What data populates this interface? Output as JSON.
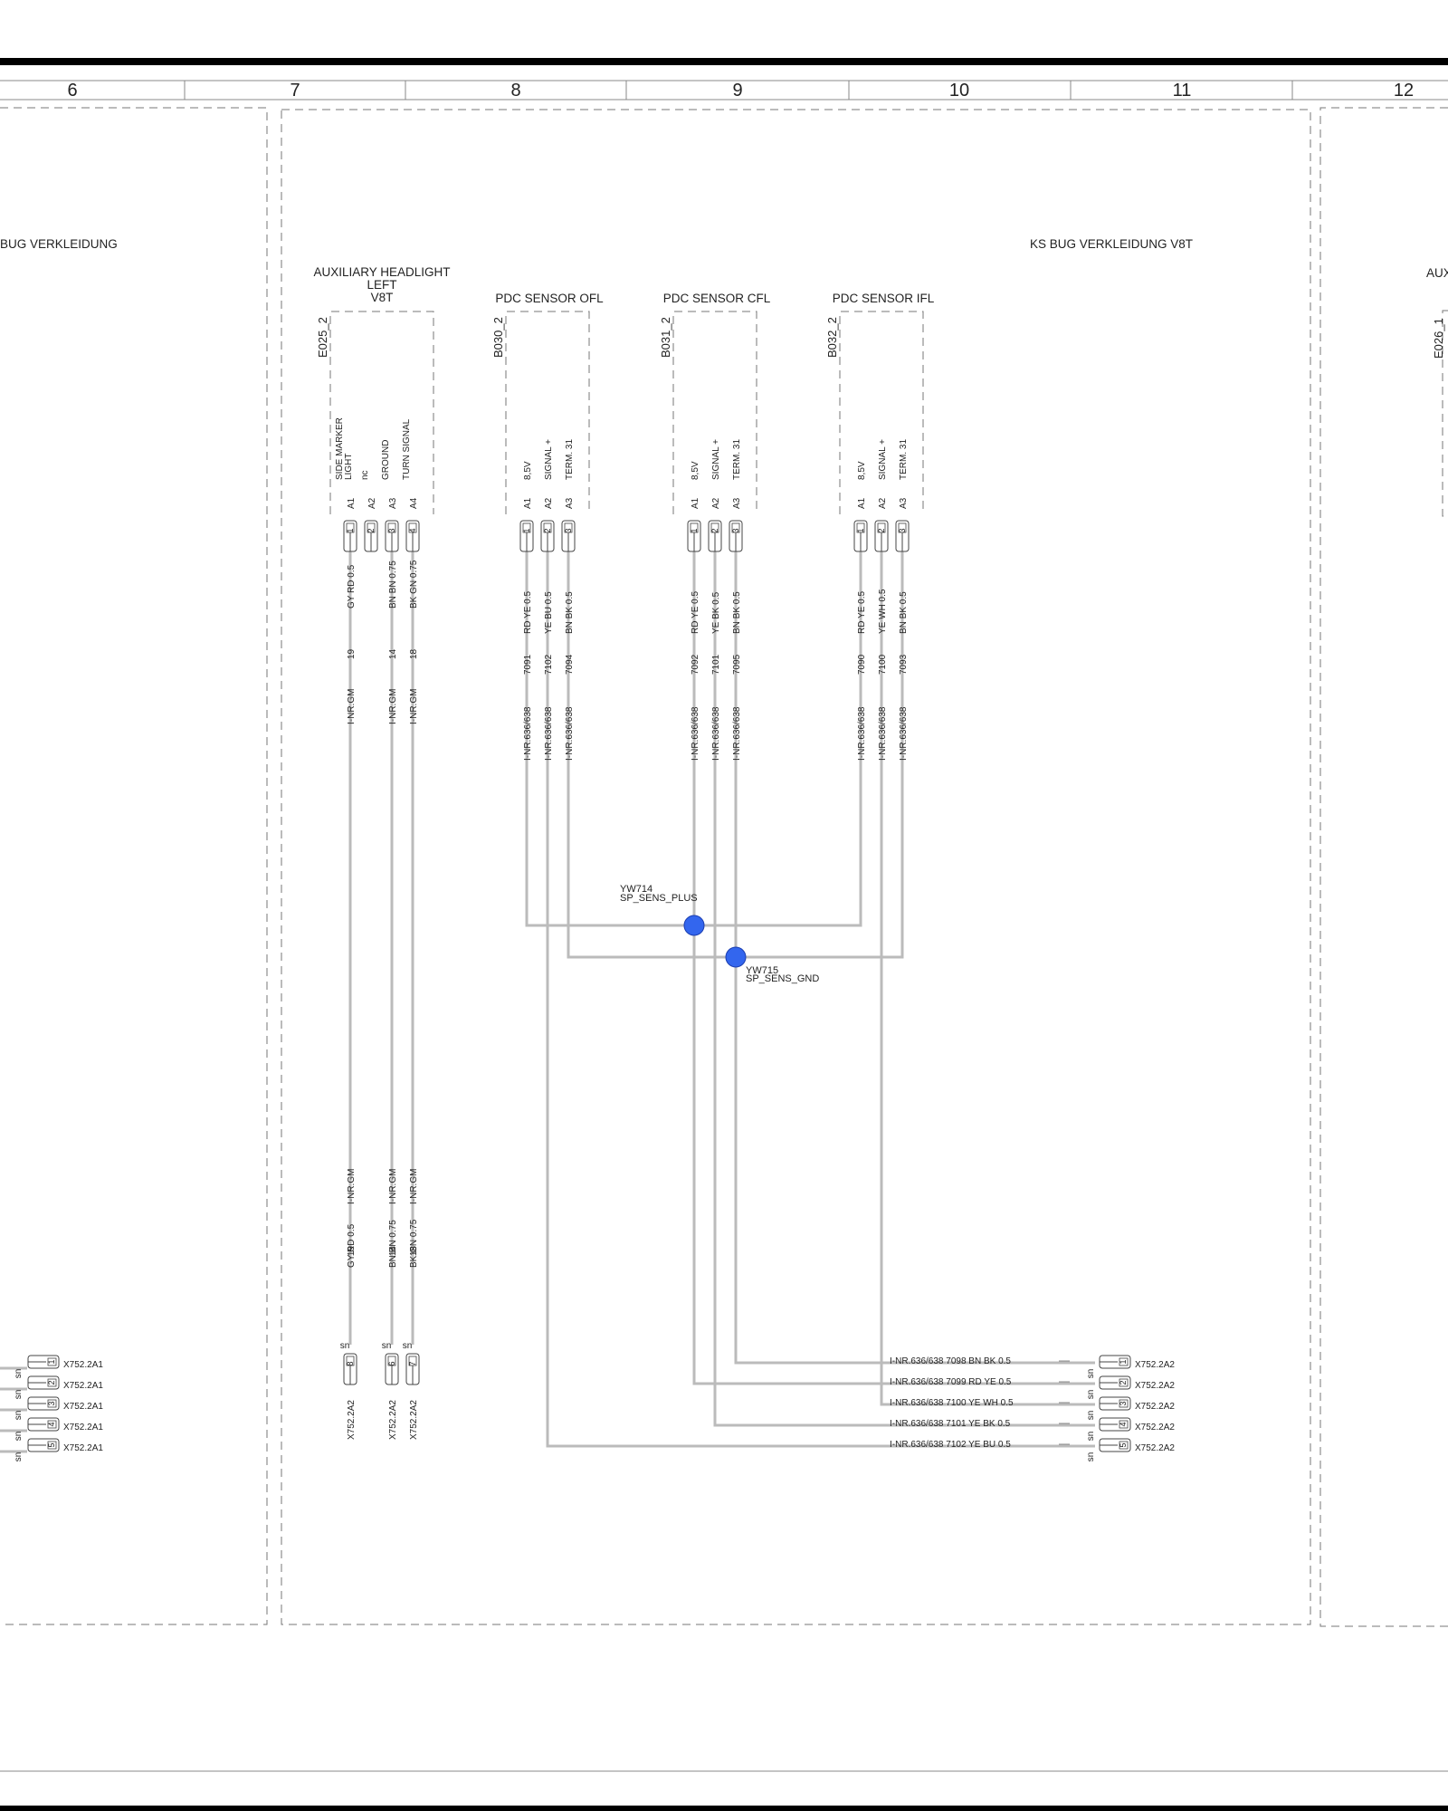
{
  "zones": [
    "6",
    "7",
    "8",
    "9",
    "10",
    "11",
    "12"
  ],
  "module_left": "BUG VERKLEIDUNG",
  "module_main": "KS BUG VERKLEIDUNG V8T",
  "module_right": "AUX",
  "right_conn_id": "E026_1",
  "aux_headlight": {
    "title_lines": [
      "AUXILIARY HEADLIGHT",
      "LEFT",
      "V8T"
    ],
    "id": "E025_2",
    "pins": [
      {
        "func": [
          "SIDE MARKER",
          "LIGHT"
        ],
        "pin": "A1",
        "num": "1",
        "color": "GY RD 0.5",
        "circuit": "19",
        "inr": "I-NR.GM",
        "connector": "X752.2A2",
        "cpin": "8"
      },
      {
        "func": [
          "nc"
        ],
        "pin": "A2",
        "num": "2"
      },
      {
        "func": [
          "GROUND"
        ],
        "pin": "A3",
        "num": "3",
        "color": "BN BN 0.75",
        "circuit": "14",
        "inr": "I-NR.GM",
        "connector": "X752.2A2",
        "cpin": "6"
      },
      {
        "func": [
          "TURN SIGNAL"
        ],
        "pin": "A4",
        "num": "4",
        "color": "BK GN 0.75",
        "circuit": "18",
        "inr": "I-NR.GM",
        "connector": "X752.2A2",
        "cpin": "7"
      }
    ],
    "sn": "sn"
  },
  "pdc_sensors": [
    {
      "title": "PDC SENSOR OFL",
      "id": "B030_2",
      "pins": [
        {
          "func": "8,5V",
          "pin": "A1",
          "num": "1",
          "color": "RD YE 0.5",
          "circuit": "7091",
          "inr": "I-NR.636/638"
        },
        {
          "func": "SIGNAL +",
          "pin": "A2",
          "num": "2",
          "color": "YE BU 0.5",
          "circuit": "7102",
          "inr": "I-NR.636/638"
        },
        {
          "func": "TERM. 31",
          "pin": "A3",
          "num": "3",
          "color": "BN BK 0.5",
          "circuit": "7094",
          "inr": "I-NR.636/638"
        }
      ]
    },
    {
      "title": "PDC SENSOR CFL",
      "id": "B031_2",
      "pins": [
        {
          "func": "8,5V",
          "pin": "A1",
          "num": "1",
          "color": "RD YE 0.5",
          "circuit": "7092",
          "inr": "I-NR.636/638"
        },
        {
          "func": "SIGNAL +",
          "pin": "A2",
          "num": "2",
          "color": "YE BK 0.5",
          "circuit": "7101",
          "inr": "I-NR.636/638"
        },
        {
          "func": "TERM. 31",
          "pin": "A3",
          "num": "3",
          "color": "BN BK 0.5",
          "circuit": "7095",
          "inr": "I-NR.636/638"
        }
      ]
    },
    {
      "title": "PDC SENSOR IFL",
      "id": "B032_2",
      "pins": [
        {
          "func": "8,5V",
          "pin": "A1",
          "num": "1",
          "color": "RD YE 0.5",
          "circuit": "7090",
          "inr": "I-NR.636/638"
        },
        {
          "func": "SIGNAL +",
          "pin": "A2",
          "num": "2",
          "color": "YE WH 0.5",
          "circuit": "7100",
          "inr": "I-NR.636/638"
        },
        {
          "func": "TERM. 31",
          "pin": "A3",
          "num": "3",
          "color": "BN BK 0.5",
          "circuit": "7093",
          "inr": "I-NR.636/638"
        }
      ]
    }
  ],
  "splices": [
    {
      "id": "YW714",
      "name": "SP_SENS_PLUS",
      "color": "#3366ee"
    },
    {
      "id": "YW715",
      "name": "SP_SENS_GND",
      "color": "#3366ee"
    }
  ],
  "bottom_right_wires": [
    {
      "label": "I-NR.636/638  7098   BN BK 0.5",
      "connector": "X752.2A2",
      "cpin": "1"
    },
    {
      "label": "I-NR.636/638  7099   RD YE 0.5",
      "connector": "X752.2A2",
      "cpin": "2"
    },
    {
      "label": "I-NR.636/638  7100   YE WH 0.5",
      "connector": "X752.2A2",
      "cpin": "3"
    },
    {
      "label": "I-NR.636/638  7101   YE BK 0.5",
      "connector": "X752.2A2",
      "cpin": "4"
    },
    {
      "label": "I-NR.636/638  7102   YE BU 0.5",
      "connector": "X752.2A2",
      "cpin": "5"
    }
  ],
  "left_connectors": [
    {
      "connector": "X752.2A1",
      "cpin": "1"
    },
    {
      "connector": "X752.2A1",
      "cpin": "2"
    },
    {
      "connector": "X752.2A1",
      "cpin": "3"
    },
    {
      "connector": "X752.2A1",
      "cpin": "4"
    },
    {
      "connector": "X752.2A1",
      "cpin": "5"
    }
  ],
  "sn": "sn"
}
